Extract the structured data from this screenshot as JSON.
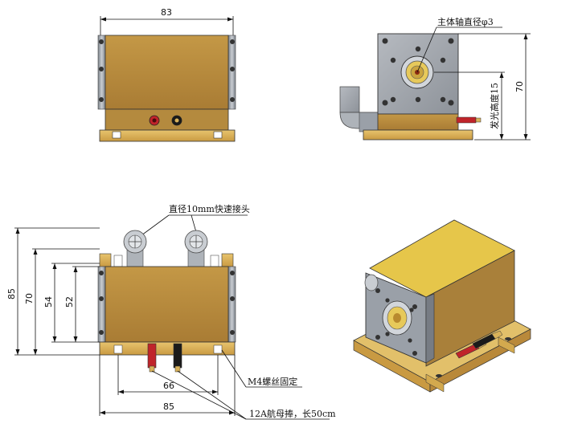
{
  "dimensions": {
    "front_width": "83",
    "side_height": "70",
    "bottom_height_total": "85",
    "bottom_height_70": "70",
    "bottom_height_54": "54",
    "bottom_height_52": "52",
    "bottom_hole_spacing": "66",
    "bottom_base_width": "85"
  },
  "notes": {
    "shaft_diameter": "主体轴直径φ3",
    "emit_height": "发光高度15",
    "quick_connector": "直径10mm快速接头",
    "screw_mount": "M4螺丝固定",
    "cable": "12A航母捧，长50cm"
  },
  "colors": {
    "body_gold": "#b8893c",
    "body_dark": "#8a6428",
    "base_brass": "#d9b25a",
    "steel": "#9aa0a8",
    "top_yellow": "#e6c64a",
    "red_terminal": "#c0242a",
    "black_terminal": "#1a1a1a"
  }
}
